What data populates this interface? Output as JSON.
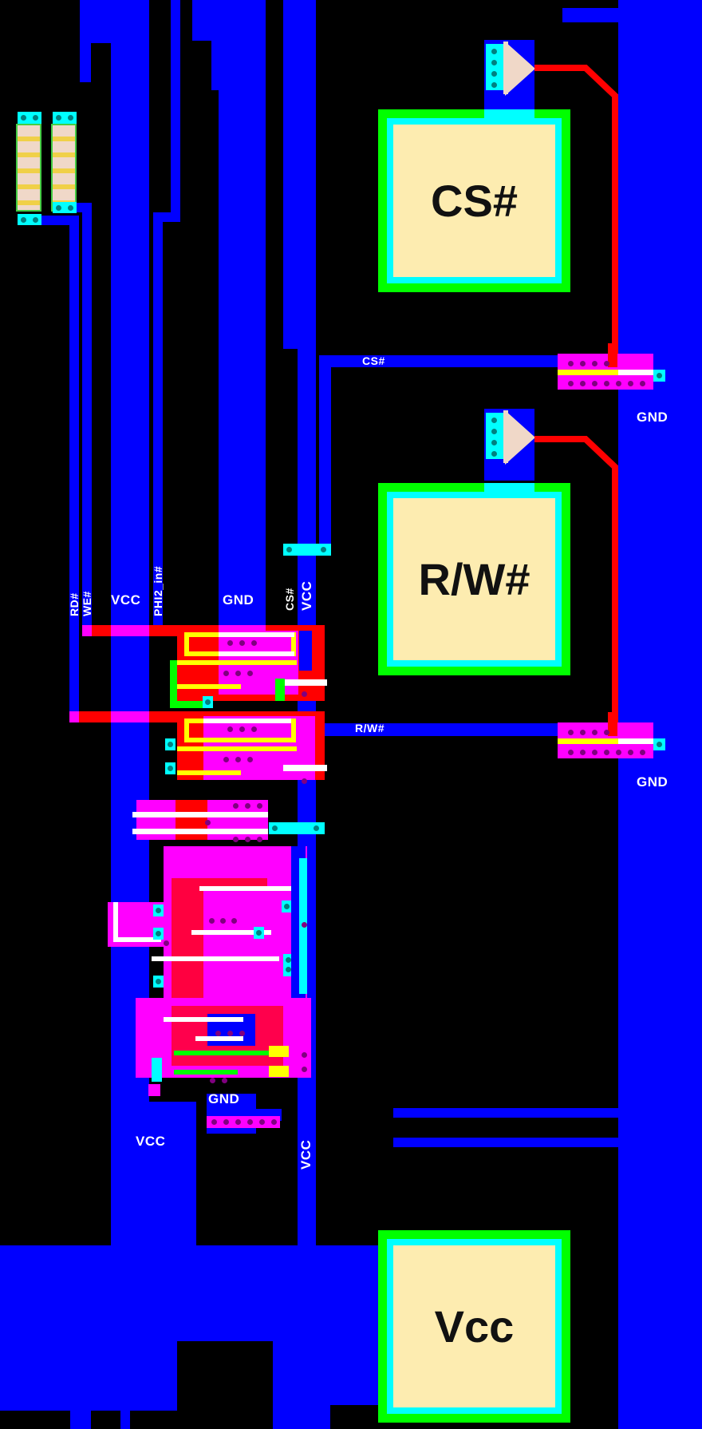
{
  "view": {
    "type": "VLSI layout editor canvas",
    "background": "#000000"
  },
  "layers": {
    "metal1": "#0000ff",
    "poly": "#ff0000",
    "pdiff": "#ff00ff",
    "via": "#00ffff",
    "ndiff": "#00ff00",
    "contact_overlap": "#ffff00",
    "pad_fill": "#fdecb0"
  },
  "pads": [
    {
      "name": "CS#",
      "label": "CS#"
    },
    {
      "name": "R/W#",
      "label": "R/W#"
    },
    {
      "name": "Vcc",
      "label": "Vcc"
    }
  ],
  "net_labels": {
    "rd": "RD#",
    "we": "WE#",
    "vcc_left": "VCC",
    "phi2": "PHI2_in#",
    "gnd_center": "GND",
    "cs_vertical": "CS#",
    "vcc_vertical": "VCC",
    "cs_wire": "CS#",
    "rw_wire": "R/W#",
    "gnd_right_1": "GND",
    "gnd_right_2": "GND",
    "gnd_bottom": "GND",
    "vcc_bottom": "VCC",
    "vcc_bottom_vertical": "VCC"
  }
}
